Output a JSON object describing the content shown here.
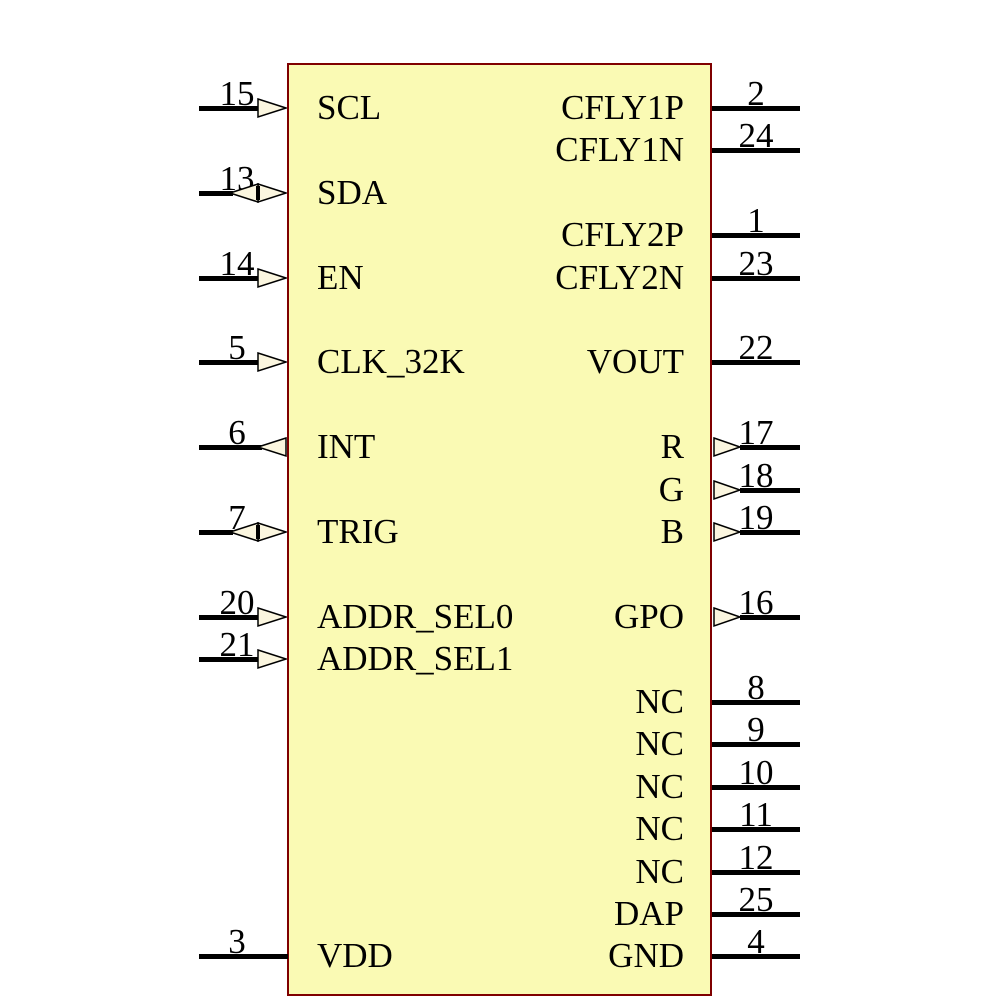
{
  "diagram": {
    "type": "ic-schematic-symbol",
    "body_fill": "#FAFAB4",
    "body_border_color": "#7F0000",
    "wire_color": "#000000",
    "arrow_fill": "#FBF6DF"
  },
  "pins_left": [
    {
      "number": "15",
      "label": "SCL",
      "direction": "input"
    },
    {
      "number": "13",
      "label": "SDA",
      "direction": "bidirectional"
    },
    {
      "number": "14",
      "label": "EN",
      "direction": "input"
    },
    {
      "number": "5",
      "label": "CLK_32K",
      "direction": "input"
    },
    {
      "number": "6",
      "label": "INT",
      "direction": "output"
    },
    {
      "number": "7",
      "label": "TRIG",
      "direction": "bidirectional"
    },
    {
      "number": "20",
      "label": "ADDR_SEL0",
      "direction": "input"
    },
    {
      "number": "21",
      "label": "ADDR_SEL1",
      "direction": "input"
    },
    {
      "number": "3",
      "label": "VDD",
      "direction": "none"
    }
  ],
  "pins_right": [
    {
      "number": "2",
      "label": "CFLY1P",
      "direction": "none"
    },
    {
      "number": "24",
      "label": "CFLY1N",
      "direction": "none"
    },
    {
      "number": "1",
      "label": "CFLY2P",
      "direction": "none"
    },
    {
      "number": "23",
      "label": "CFLY2N",
      "direction": "none"
    },
    {
      "number": "22",
      "label": "VOUT",
      "direction": "none"
    },
    {
      "number": "17",
      "label": "R",
      "direction": "output"
    },
    {
      "number": "18",
      "label": "G",
      "direction": "output"
    },
    {
      "number": "19",
      "label": "B",
      "direction": "output"
    },
    {
      "number": "16",
      "label": "GPO",
      "direction": "output"
    },
    {
      "number": "8",
      "label": "NC",
      "direction": "none"
    },
    {
      "number": "9",
      "label": "NC",
      "direction": "none"
    },
    {
      "number": "10",
      "label": "NC",
      "direction": "none"
    },
    {
      "number": "11",
      "label": "NC",
      "direction": "none"
    },
    {
      "number": "12",
      "label": "NC",
      "direction": "none"
    },
    {
      "number": "25",
      "label": "DAP",
      "direction": "none"
    },
    {
      "number": "4",
      "label": "GND",
      "direction": "none"
    }
  ]
}
